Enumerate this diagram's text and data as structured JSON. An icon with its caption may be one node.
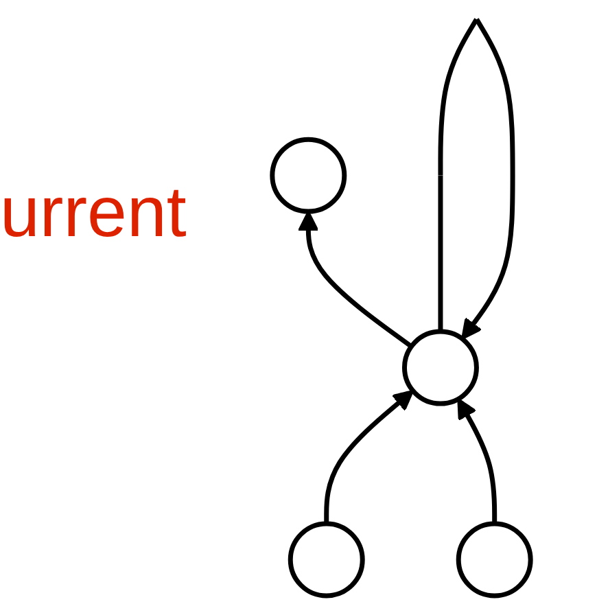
{
  "diagram": {
    "nodes": [
      {
        "text": [],
        "shape": "circle"
      },
      {
        "text": [],
        "shape": "circle"
      },
      {
        "text": [],
        "shape": "circle"
      },
      {
        "text": [],
        "shape": "circle"
      }
    ],
    "edges": [
      {
        "from": 1,
        "to": 0,
        "arrow": "to"
      },
      {
        "from": 1,
        "to": 1,
        "arrow": "to"
      },
      {
        "from": 2,
        "to": 1,
        "arrow": "to"
      },
      {
        "from": 3,
        "to": 1,
        "arrow": "to"
      }
    ],
    "labels": [
      "urrent"
    ]
  }
}
